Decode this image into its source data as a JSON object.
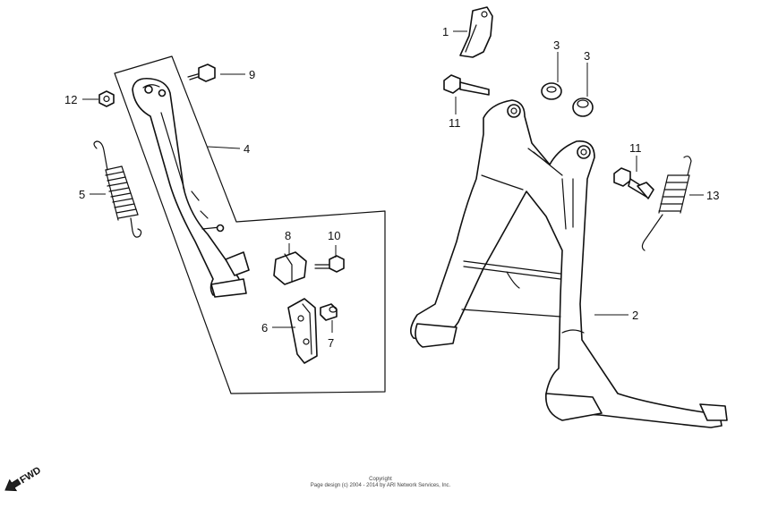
{
  "callouts": {
    "c1": "1",
    "c2": "2",
    "c3a": "3",
    "c3b": "3",
    "c4": "4",
    "c5": "5",
    "c6": "6",
    "c7": "7",
    "c8": "8",
    "c9": "9",
    "c10": "10",
    "c11a": "11",
    "c11b": "11",
    "c12": "12",
    "c13": "13"
  },
  "direction": {
    "label": "FWD",
    "arrow_icon": "arrow-icon"
  },
  "copyright": {
    "line1": "Copyright",
    "line2": "Page design (c) 2004 - 2014 by ARI Network Services, Inc."
  }
}
